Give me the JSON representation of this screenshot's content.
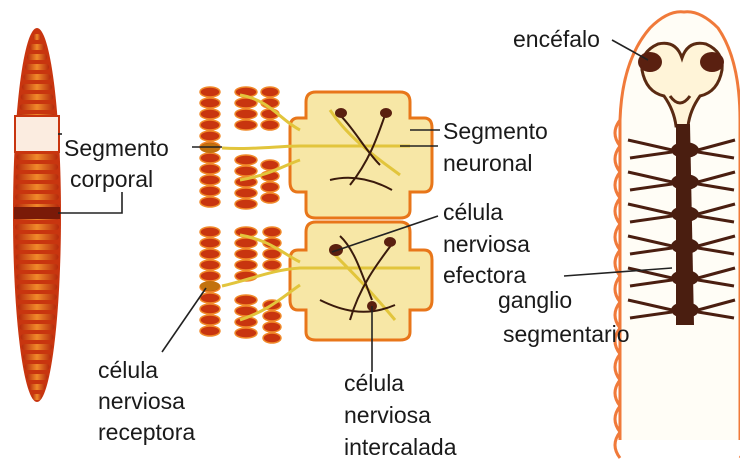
{
  "labels": {
    "encefalo": "encéfalo",
    "segmento_corporal": [
      "Segmento",
      "corporal"
    ],
    "segmento_neuronal": [
      "Segmento",
      "neuronal"
    ],
    "celula_efectora": [
      "célula",
      "nerviosa",
      "efectora"
    ],
    "ganglio_segmentario": [
      "ganglio",
      "segmentario"
    ],
    "celula_receptora": [
      "célula",
      "nerviosa",
      "receptora"
    ],
    "celula_intercalada": [
      "célula",
      "nerviosa",
      "intercalada"
    ]
  },
  "colors": {
    "segment_red": "#cc3a12",
    "segment_orange": "#e8761a",
    "yellow_fill": "#f7e7a6",
    "nerve_yellow": "#e9d24a",
    "ganglion_dark": "#4a1e10",
    "leader_line": "#222222"
  }
}
